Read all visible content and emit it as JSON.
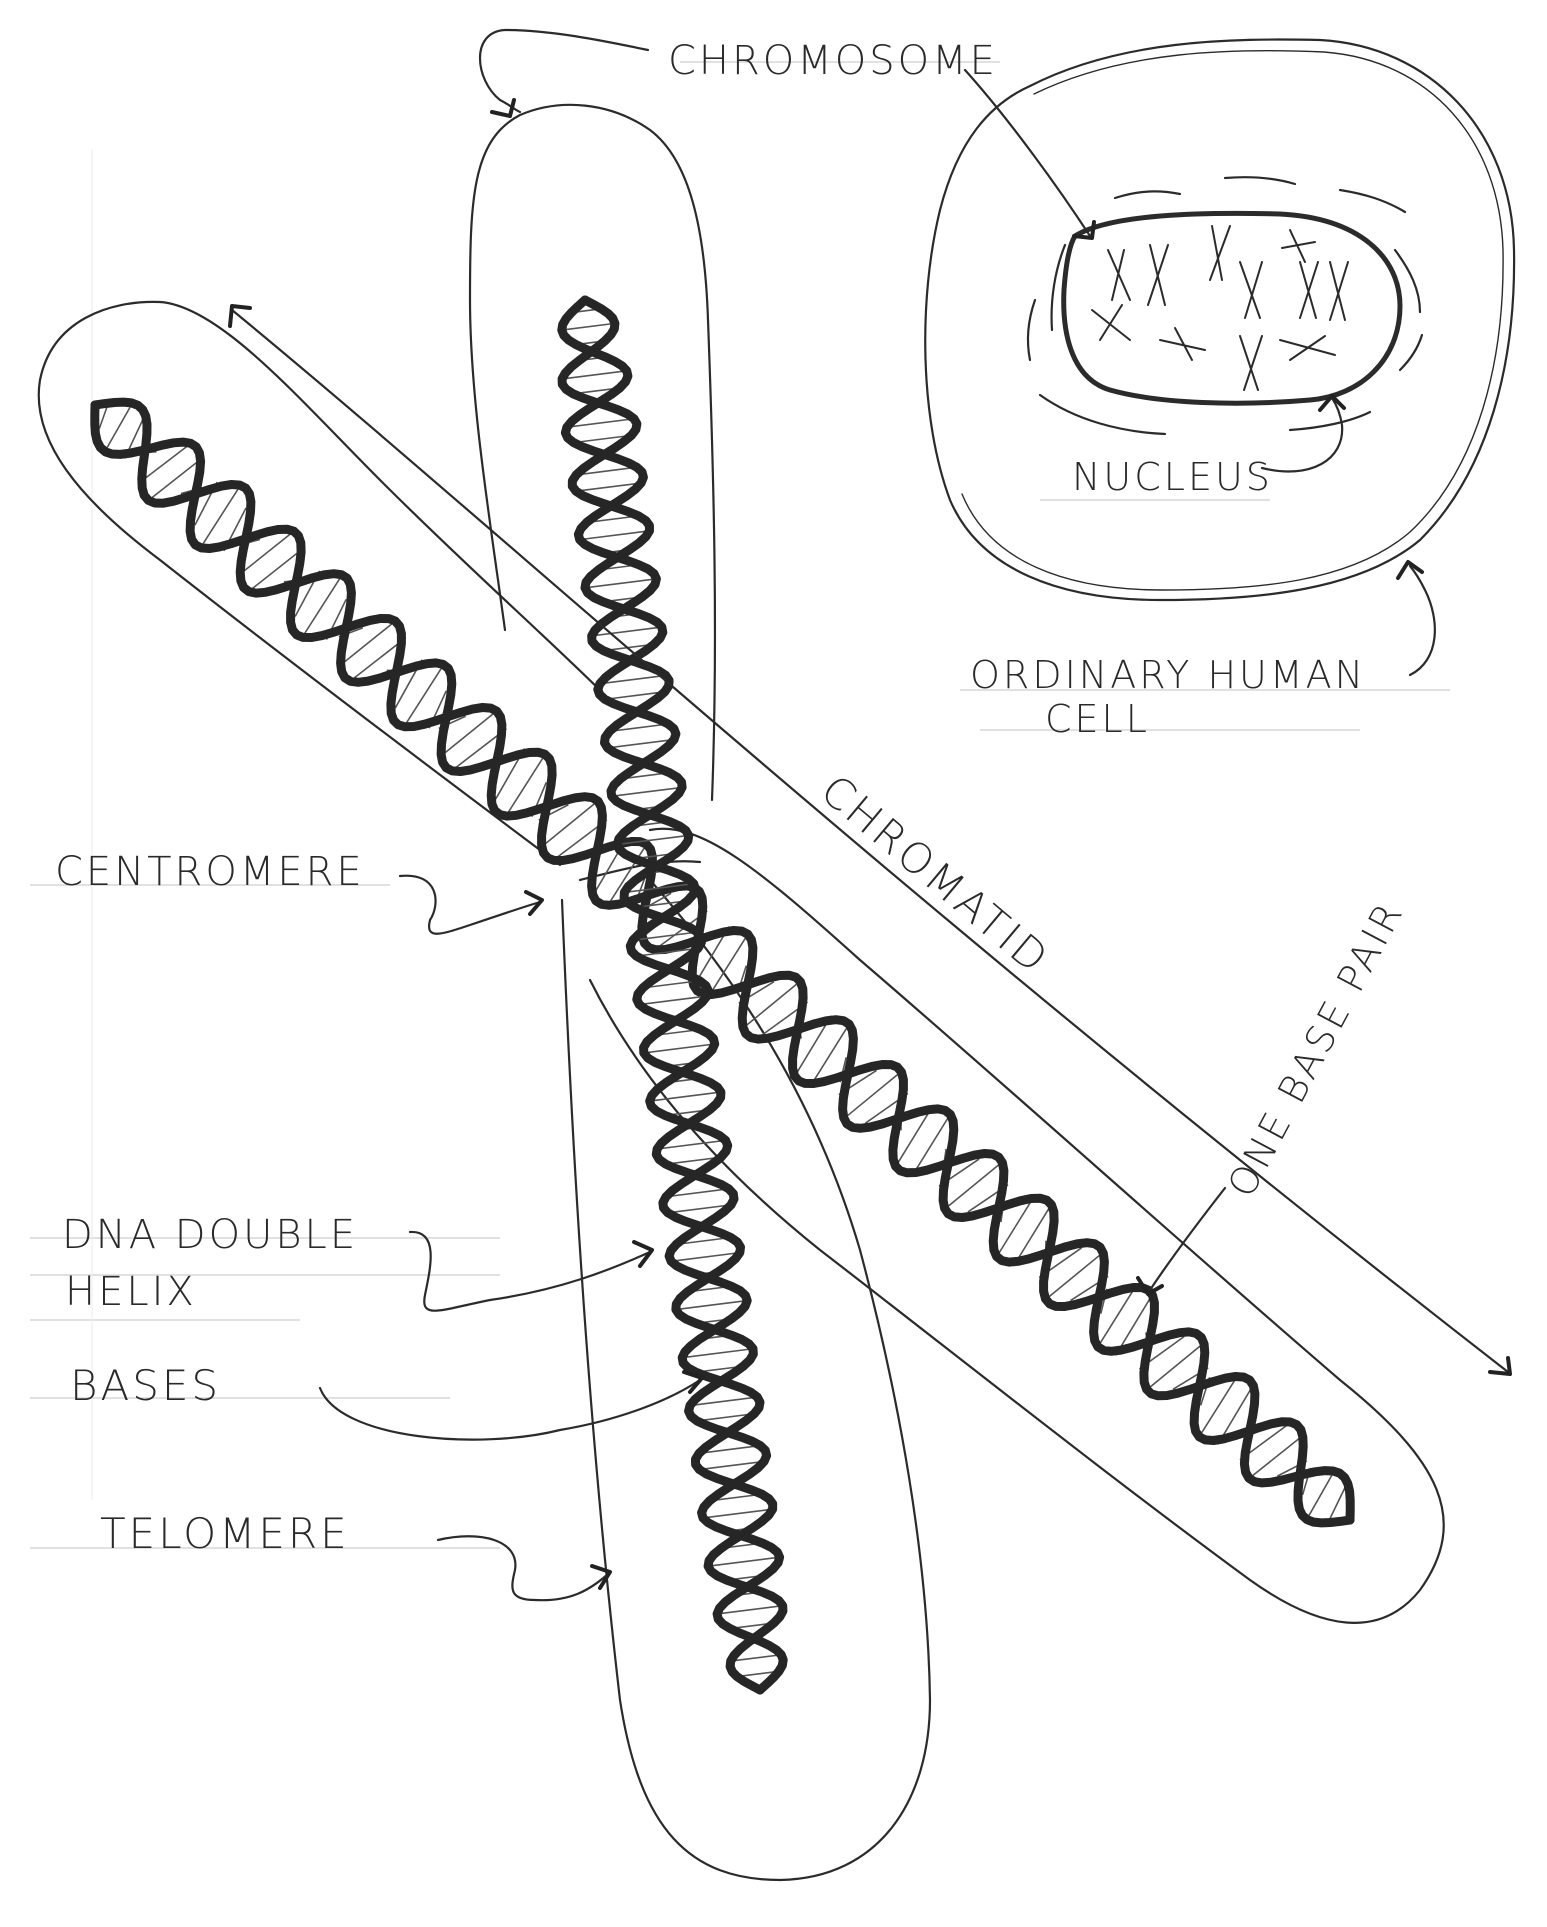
{
  "labels": {
    "chromosome": "CHROMOSOME",
    "nucleus": "NUCLEUS",
    "cell_line1": "ORDINARY HUMAN",
    "cell_line2": "CELL",
    "chromatid": "CHROMATID",
    "one_base_pair": "ONE BASE PAIR",
    "centromere": "CENTROMERE",
    "dna_line1": "DNA DOUBLE",
    "dna_line2": "HELIX",
    "bases": "BASES",
    "telomere": "TELOMERE"
  },
  "colors": {
    "ink": "#262626",
    "paper": "#ffffff",
    "rule": "#cfcfcf"
  }
}
